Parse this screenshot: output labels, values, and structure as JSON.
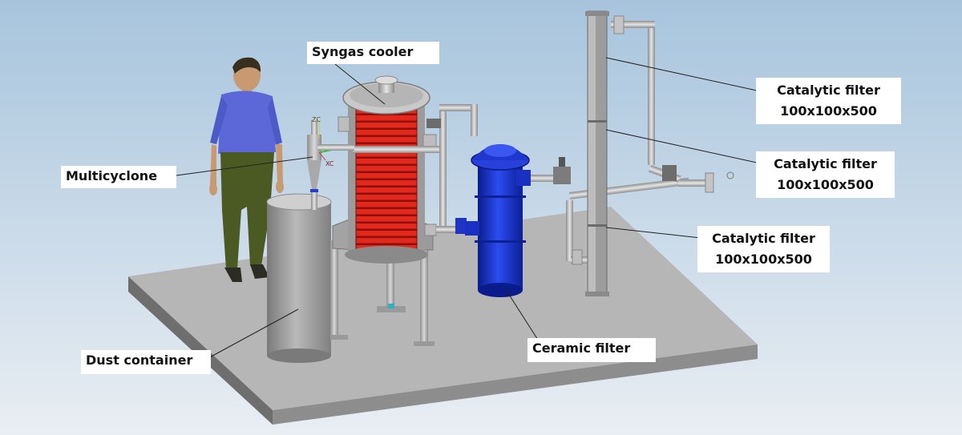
{
  "labels": {
    "syngas_cooler": "Syngas cooler",
    "multicyclone": "Multicyclone",
    "dust_container": "Dust container",
    "ceramic_filter": "Ceramic filter",
    "catalytic_filter_1": {
      "line1": "Catalytic filter",
      "line2": "100x100x500"
    },
    "catalytic_filter_2": {
      "line1": "Catalytic filter",
      "line2": "100x100x500"
    },
    "catalytic_filter_3": {
      "line1": "Catalytic filter",
      "line2": "100x100x500"
    }
  },
  "axis_markers": {
    "z": "ZC",
    "x": "XC"
  },
  "colors": {
    "background_top": "#a7c4dd",
    "background_bottom": "#e9eef3",
    "platform": "#b6b6b6",
    "cooler_coil": "#e3281e",
    "ceramic_filter": "#1530c8",
    "steel": "#c8c8c8",
    "shirt": "#5c68d8",
    "trousers": "#4b5a22"
  }
}
